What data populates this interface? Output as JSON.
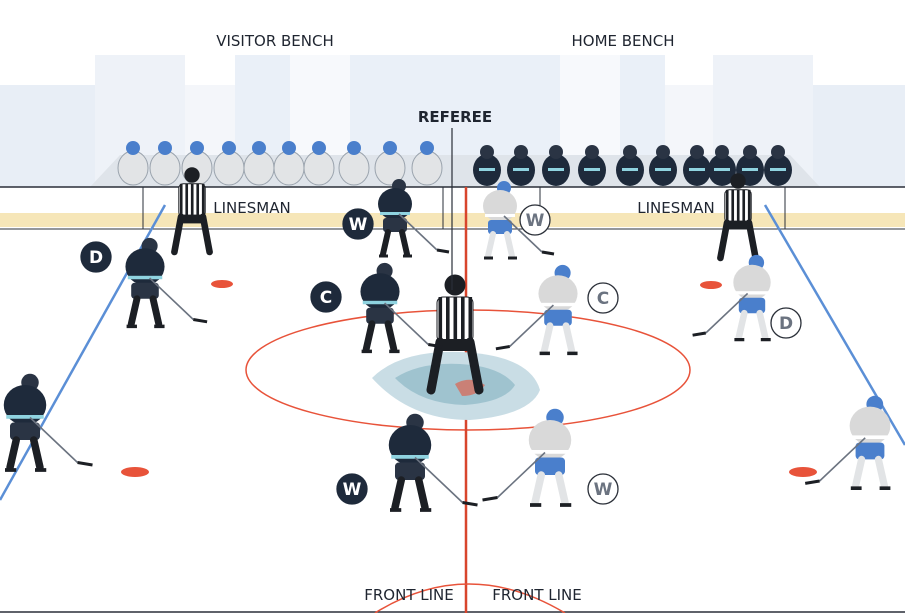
{
  "labels": {
    "visitor_bench": "VISITOR BENCH",
    "home_bench": "HOME BENCH",
    "referee": "REFEREE",
    "linesman_left": "LINESMAN",
    "linesman_right": "LINESMAN",
    "front_line_left": "FRONT LINE",
    "front_line_right": "FRONT LINE"
  },
  "position_badges": {
    "visitor": [
      "D",
      "W",
      "C",
      "W"
    ],
    "home": [
      "W",
      "C",
      "D",
      "W"
    ]
  },
  "colors": {
    "visitor_jersey": "#1e2a3b",
    "visitor_accent": "#8fd3e0",
    "home_jersey": "#d9d9d9",
    "home_accent": "#4a7fcc",
    "red_line": "#e8533a",
    "blue_line": "#5b8fd6",
    "boards": "#f6e6b8",
    "badge_dark": "#1e2a3b"
  }
}
